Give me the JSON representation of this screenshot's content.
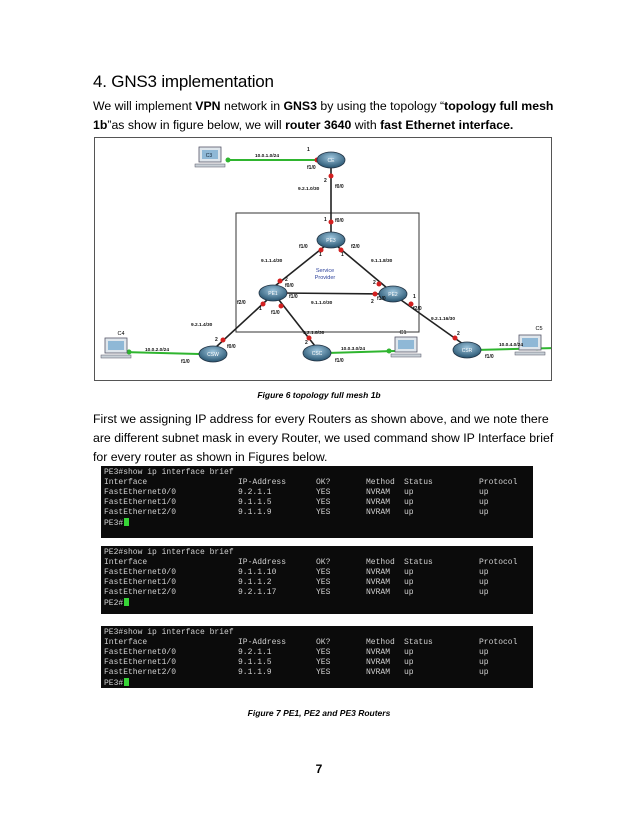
{
  "heading": "4. GNS3 implementation",
  "intro": {
    "t1": "We will implement ",
    "b1": "VPN",
    "t2": " network in ",
    "b2": "GNS3",
    "t3": " by using the topology “",
    "b3": "topology full mesh 1b",
    "t4": "”as show in figure below, we will ",
    "b4": "router 3640",
    "t5": " with ",
    "b5": "fast Ethernet interface."
  },
  "figure1": {
    "caption": "Figure 6 topology full mesh 1b",
    "labels": {
      "c3": "C3",
      "c4": "C4",
      "c1": "C1",
      "c5": "C5",
      "ce": "CE",
      "pe3": "PE3",
      "pe1": "PE1",
      "pe2": "PE2",
      "csw": "CSW",
      "csc": "CSC",
      "csr": "CSR",
      "net_c3": "10.0.1.0/24",
      "net_ce_pe3": "9.2.1.0/30",
      "net_pe3_pe1": "9.1.1.4/30",
      "net_pe3_pe2": "9.1.1.8/30",
      "net_pe1_pe2": "9.1.1.0/30",
      "net_pe1_csw": "9.2.1.4/30",
      "net_pe1_csc": "9.2.1.8/30",
      "net_pe2_csr": "9.2.1.16/30",
      "net_c4": "10.0.2.0/24",
      "net_c1": "10.0.3.0/24",
      "net_c5": "10.0.4.0/24",
      "service": "Service",
      "provider": "Provider",
      "f00": "f0/0",
      "f10": "f1/0",
      "f20": "f2/0",
      "n1": "1",
      "n2": "2"
    }
  },
  "para2": "First we assigning IP address for every Routers as shown above, and we note there are different subnet mask in every Router, we used command show IP Interface brief for every router as shown in Figures below.",
  "terminals": [
    {
      "command": "PE3#show ip interface brief",
      "header": [
        "Interface",
        "IP-Address",
        "OK?",
        "Method",
        "Status",
        "Protocol"
      ],
      "rows": [
        [
          "FastEthernet0/0",
          "9.2.1.1",
          "YES",
          "NVRAM",
          "up",
          "up"
        ],
        [
          "FastEthernet1/0",
          "9.1.1.5",
          "YES",
          "NVRAM",
          "up",
          "up"
        ],
        [
          "FastEthernet2/0",
          "9.1.1.9",
          "YES",
          "NVRAM",
          "up",
          "up"
        ]
      ],
      "prompt": "PE3#"
    },
    {
      "command": "PE2#show ip interface brief",
      "header": [
        "Interface",
        "IP-Address",
        "OK?",
        "Method",
        "Status",
        "Protocol"
      ],
      "rows": [
        [
          "FastEthernet0/0",
          "9.1.1.10",
          "YES",
          "NVRAM",
          "up",
          "up"
        ],
        [
          "FastEthernet1/0",
          "9.1.1.2",
          "YES",
          "NVRAM",
          "up",
          "up"
        ],
        [
          "FastEthernet2/0",
          "9.2.1.17",
          "YES",
          "NVRAM",
          "up",
          "up"
        ]
      ],
      "prompt": "PE2#"
    },
    {
      "command": "PE3#show ip interface brief",
      "header": [
        "Interface",
        "IP-Address",
        "OK?",
        "Method",
        "Status",
        "Protocol"
      ],
      "rows": [
        [
          "FastEthernet0/0",
          "9.2.1.1",
          "YES",
          "NVRAM",
          "up",
          "up"
        ],
        [
          "FastEthernet1/0",
          "9.1.1.5",
          "YES",
          "NVRAM",
          "up",
          "up"
        ],
        [
          "FastEthernet2/0",
          "9.1.1.9",
          "YES",
          "NVRAM",
          "up",
          "up"
        ]
      ],
      "prompt": "PE3#"
    }
  ],
  "caption2": "Figure 7 PE1, PE2 and PE3 Routers",
  "page_number": "7",
  "colors": {
    "router": "#3f6f8a",
    "link_dot": "#d32020",
    "host_dot": "#2fb52f",
    "terminal_bg": "#0b0b0b",
    "cursor": "#37d437"
  }
}
